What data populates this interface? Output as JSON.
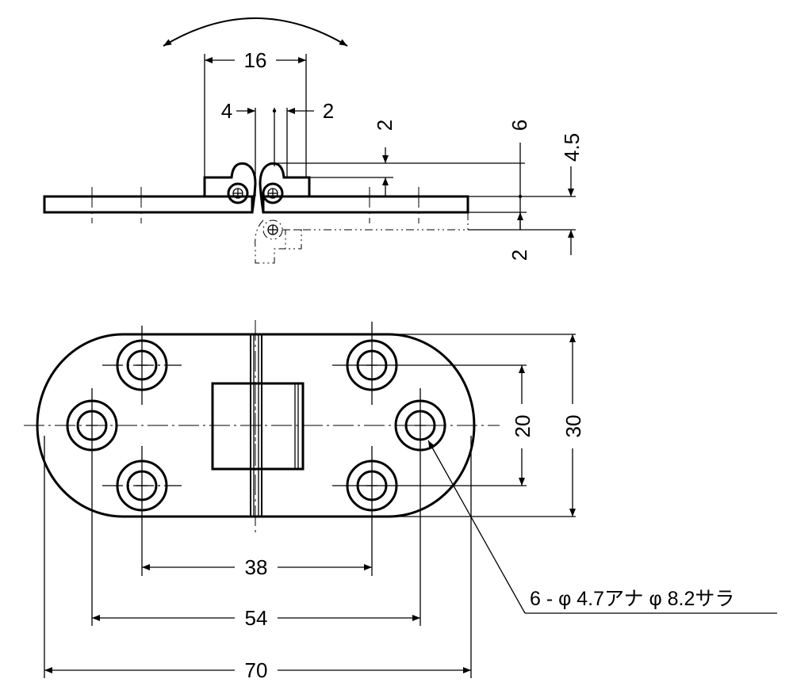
{
  "side_view": {
    "dim_width_top": "16",
    "dim_left_offset": "4",
    "dim_right_offset": "2",
    "dim_knuckle_height": "2",
    "dim_total_height": "6",
    "dim_leaf_height": "4.5",
    "dim_bottom_offset": "2"
  },
  "plan_view": {
    "dim_hole_spacing_inner": "38",
    "dim_hole_spacing_outer": "54",
    "dim_overall_length": "70",
    "dim_hole_spacing_vertical": "20",
    "dim_overall_width": "30",
    "hole_note": "6 - φ 4.7アナ φ 8.2サラ"
  }
}
